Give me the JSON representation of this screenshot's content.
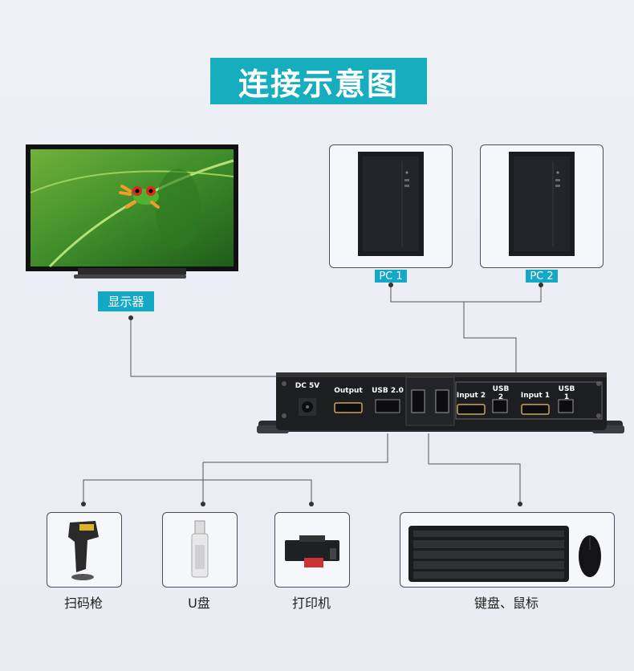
{
  "title": "连接示意图",
  "monitor": {
    "label": "显示器"
  },
  "pcs": [
    {
      "label": "PC 1"
    },
    {
      "label": "PC 2"
    }
  ],
  "kvm": {
    "ports": {
      "dc": "DC 5V",
      "output": "Output",
      "usb20": "USB 2.0",
      "input2": "Input 2",
      "usb2": "USB 2",
      "input1": "Input 1",
      "usb1": "USB 1"
    }
  },
  "devices": [
    {
      "label": "扫码枪"
    },
    {
      "label": "U盘"
    },
    {
      "label": "打印机"
    },
    {
      "label": "键盘、鼠标"
    }
  ]
}
